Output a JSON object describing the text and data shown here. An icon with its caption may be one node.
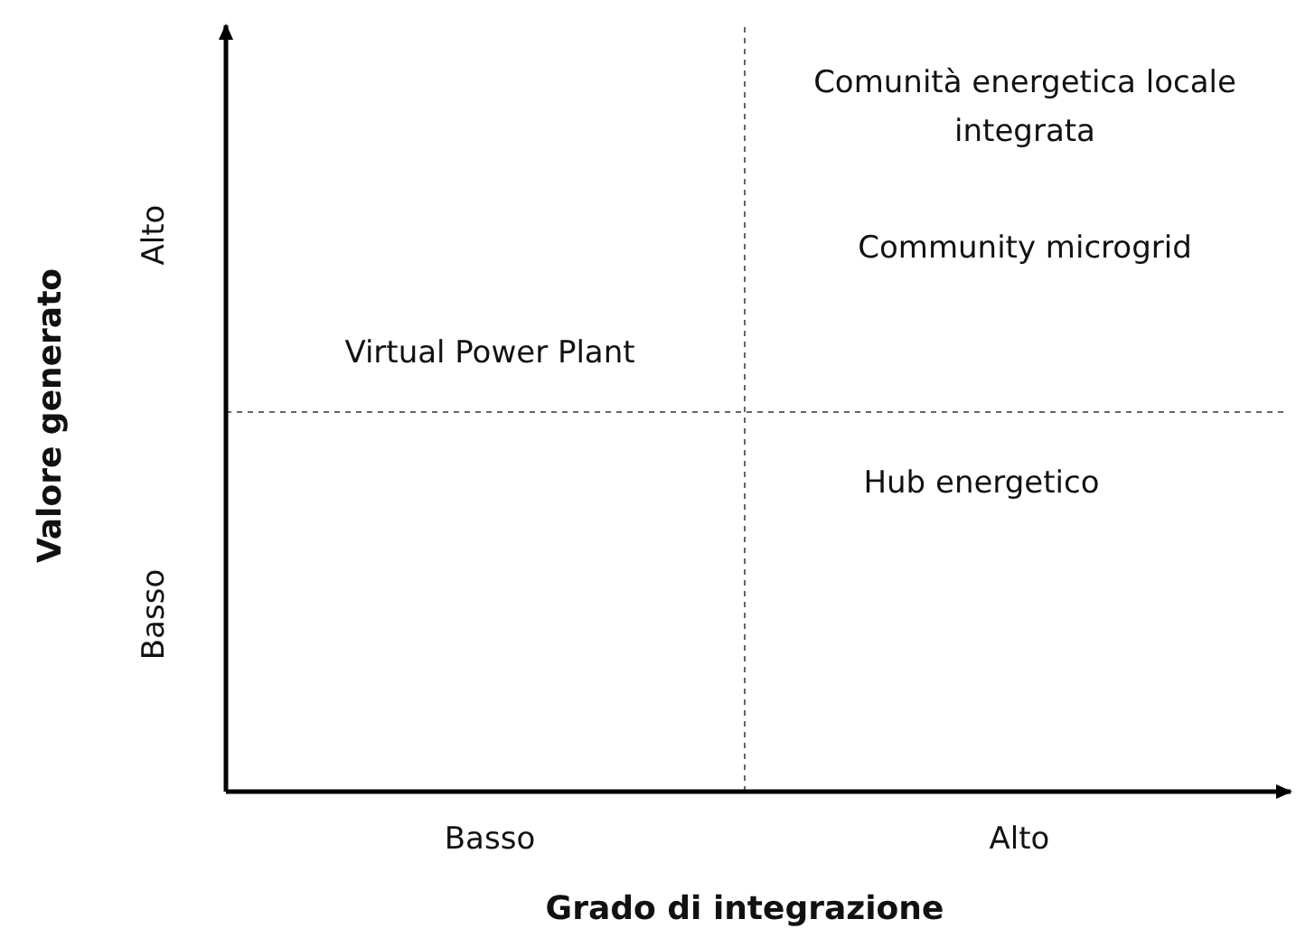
{
  "diagram": {
    "labels": [
      "Comunità energetica locale integrata",
      "Community microgrid",
      "Virtual Power Plant",
      "Hub energetico",
      "Alto",
      "Basso",
      "Valore generato",
      "Basso",
      "Alto",
      "Grado di integrazione"
    ]
  }
}
